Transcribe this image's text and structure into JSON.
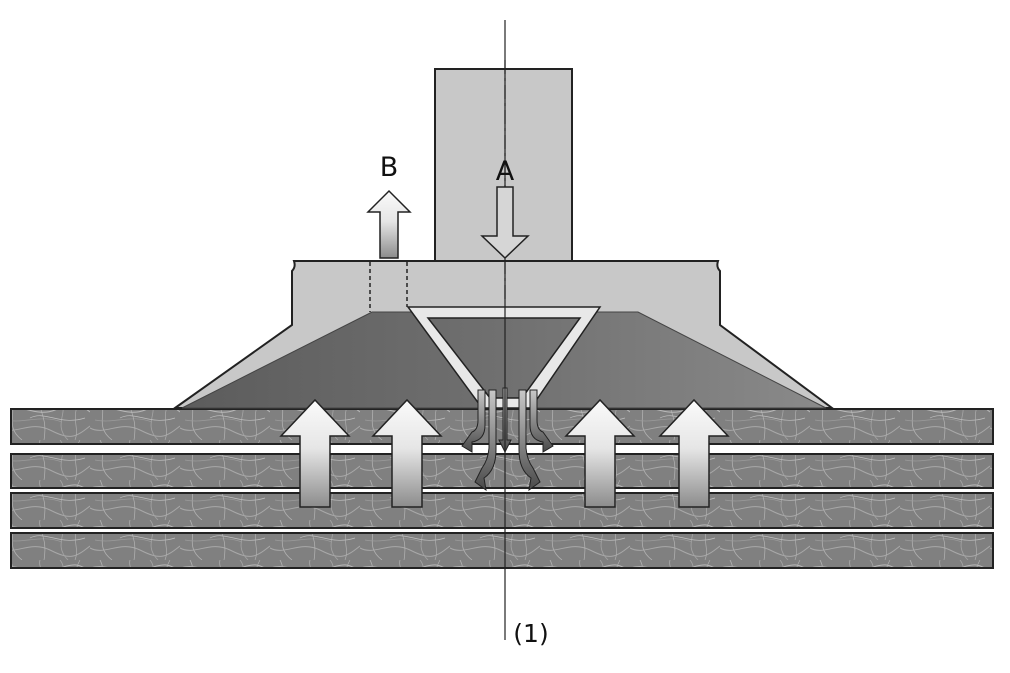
{
  "labels": {
    "a": "A",
    "b": "B",
    "axis_ref": "(1)"
  },
  "colors": {
    "housing": "#c8c8c8",
    "housing_outline": "#222222",
    "suction_cavity": "#6e6e6e",
    "channel_fill": "#e8e8e8",
    "sheet_fill": "#808080",
    "sheet_fiber": "#b4b4b4",
    "arrow_light": "#f2f2f2",
    "arrow_dark": "#555555"
  }
}
